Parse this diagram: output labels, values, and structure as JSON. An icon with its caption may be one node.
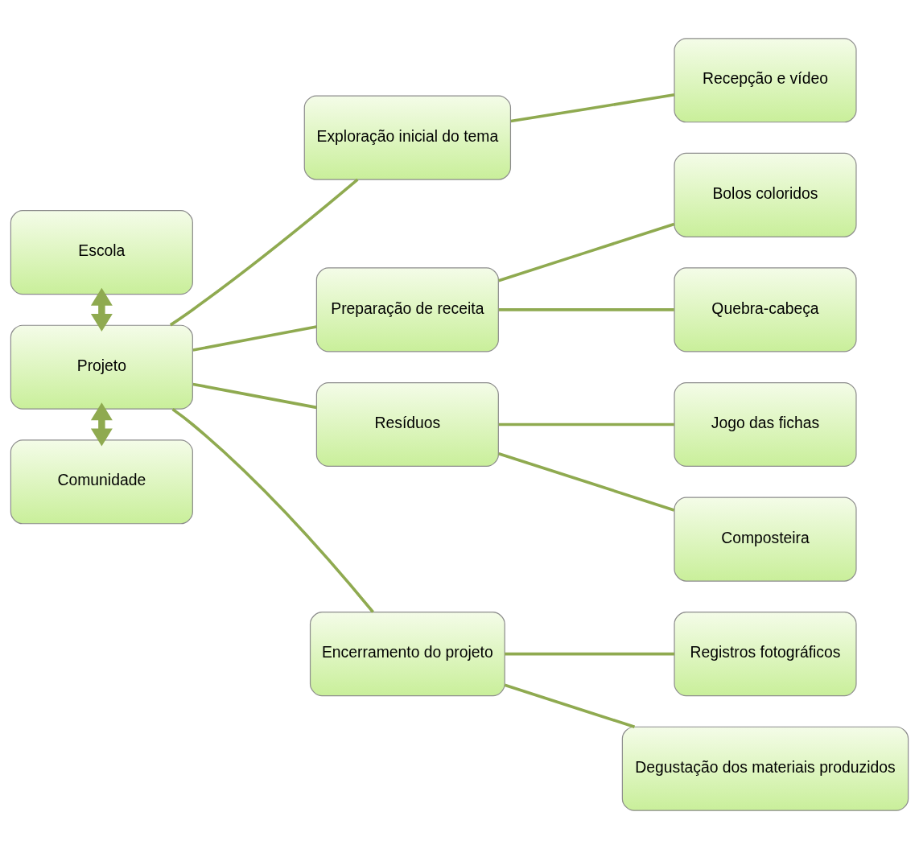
{
  "diagram": {
    "nodes": [
      {
        "text": [
          "Escola"
        ]
      },
      {
        "text": [
          "Projeto"
        ]
      },
      {
        "text": [
          "Comunidade"
        ]
      },
      {
        "text": [
          "Exploração inicial do tema"
        ]
      },
      {
        "text": [
          "Recepção e vídeo"
        ]
      },
      {
        "text": [
          "Preparação de receita"
        ]
      },
      {
        "text": [
          "Bolos coloridos"
        ]
      },
      {
        "text": [
          "Quebra-cabeça"
        ]
      },
      {
        "text": [
          "Resíduos"
        ]
      },
      {
        "text": [
          "Jogo das fichas"
        ]
      },
      {
        "text": [
          "Composteira"
        ]
      },
      {
        "text": [
          "Encerramento do projeto"
        ]
      },
      {
        "text": [
          "Registros fotográficos"
        ]
      },
      {
        "text": [
          "Degustação dos materiais produzidos"
        ]
      }
    ],
    "edges": [
      {
        "from": 0,
        "to": 1,
        "arrow": "both",
        "style": "thick"
      },
      {
        "from": 1,
        "to": 2,
        "arrow": "both",
        "style": "thick"
      },
      {
        "from": 1,
        "to": 3,
        "arrow": "none"
      },
      {
        "from": 1,
        "to": 5,
        "arrow": "none"
      },
      {
        "from": 1,
        "to": 8,
        "arrow": "none"
      },
      {
        "from": 1,
        "to": 11,
        "arrow": "none"
      },
      {
        "from": 3,
        "to": 4,
        "arrow": "none"
      },
      {
        "from": 5,
        "to": 6,
        "arrow": "none"
      },
      {
        "from": 5,
        "to": 7,
        "arrow": "none"
      },
      {
        "from": 8,
        "to": 9,
        "arrow": "none"
      },
      {
        "from": 8,
        "to": 10,
        "arrow": "none"
      },
      {
        "from": 11,
        "to": 12,
        "arrow": "none"
      },
      {
        "from": 11,
        "to": 13,
        "arrow": "none"
      }
    ]
  }
}
